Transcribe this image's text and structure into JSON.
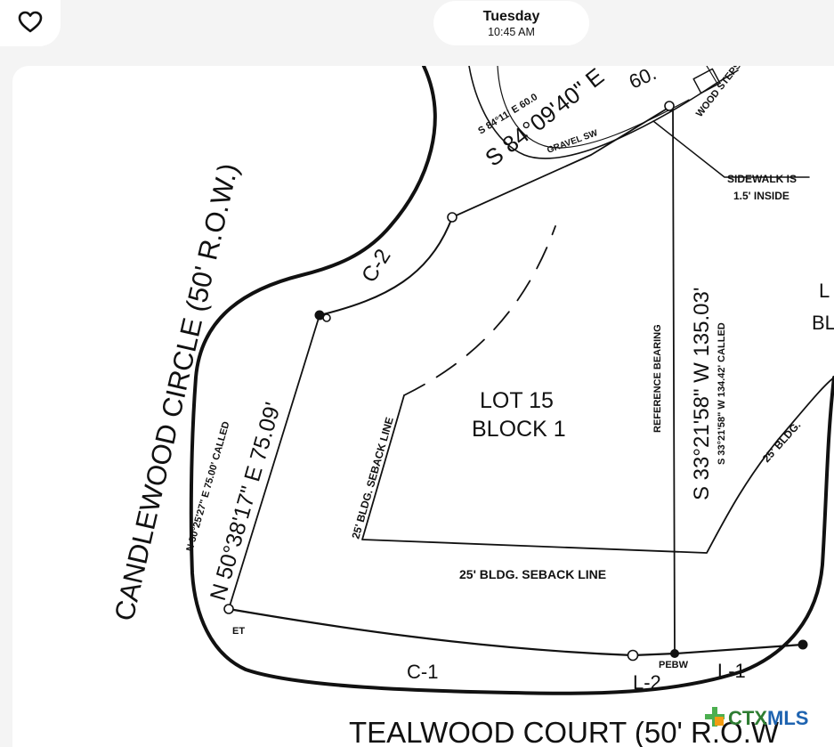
{
  "status": {
    "day": "Tuesday",
    "time": "10:45 AM"
  },
  "icons": {
    "favorite": "heart-outline-icon"
  },
  "plat": {
    "street_main": "CANDLEWOOD CIRCLE (50' R.O.W.)",
    "street_bottom": "TEALWOOD COURT (50' R.O.W",
    "lot": "LOT 15",
    "block": "BLOCK 1",
    "bearing_top": "S 84°09'40\" E",
    "bearing_top_dist": "60.",
    "bearing_top_called": "S 84°11' E 60.0",
    "gravel": "GRAVEL SW",
    "wood_steps": "WOOD STEPS",
    "sidewalk_note_1": "SIDEWALK IS",
    "sidewalk_note_2": "1.5' INSIDE",
    "c2": "C-2",
    "c1": "C-1",
    "l1": "L-1",
    "l2": "L-2",
    "pebw": "PEBW",
    "et": "ET",
    "west_bearing": "N 50°38'17\" E 75.09'",
    "west_called": "N 50°25'27\" E 75.00' CALLED",
    "east_bearing": "S 33°21'58\" W 135.03'",
    "east_called": "S 33°21'58\" W 134.42' CALLED",
    "reference": "REFERENCE BEARING",
    "setback_left": "25' BLDG. SEBACK LINE",
    "setback_bottom": "25' BLDG. SEBACK LINE",
    "setback_right": "25' BLDG.",
    "adjacent_1": "L",
    "adjacent_2": "BL"
  },
  "watermark": {
    "brand": "CTXMLS",
    "brand_a": "CTX",
    "brand_b": "MLS"
  }
}
